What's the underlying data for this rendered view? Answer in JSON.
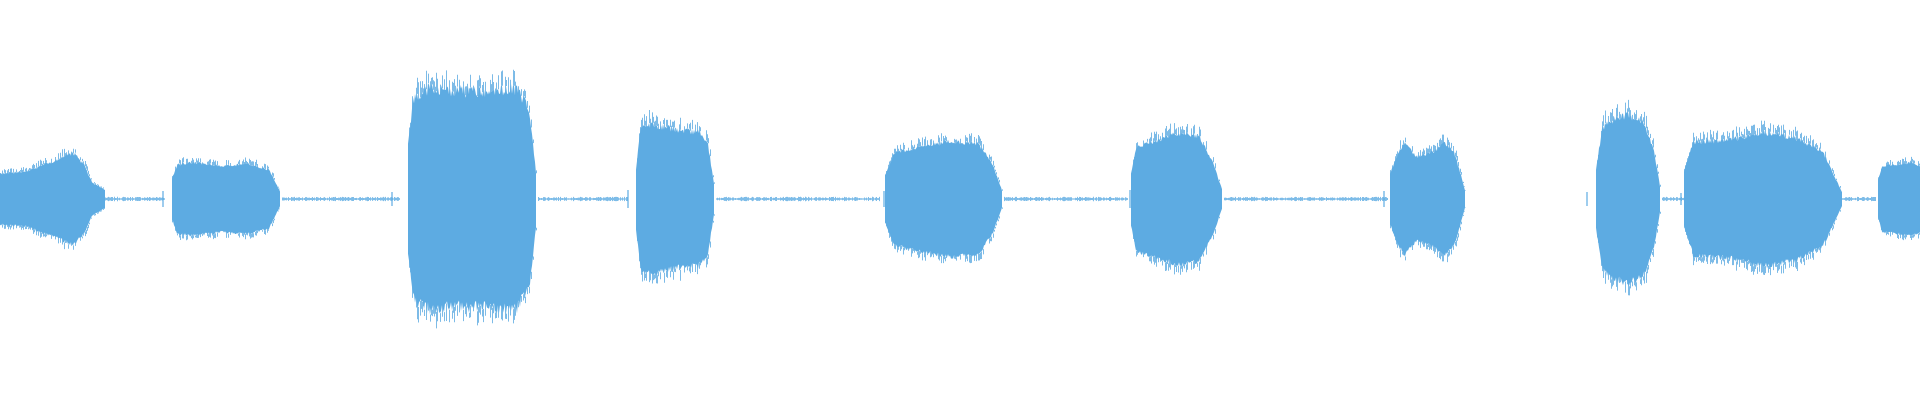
{
  "waveform": {
    "color": "#5dabe2",
    "background": "#ffffff",
    "segments": [
      {
        "id": "seg-1",
        "peak": 0.24,
        "texture": 0.35
      },
      {
        "id": "seg-2",
        "peak": 0.19,
        "texture": 0.3
      },
      {
        "id": "seg-3",
        "peak": 0.58,
        "texture": 0.45
      },
      {
        "id": "seg-4",
        "peak": 0.39,
        "texture": 0.35
      },
      {
        "id": "seg-5",
        "peak": 0.3,
        "texture": 0.3
      },
      {
        "id": "seg-6",
        "peak": 0.34,
        "texture": 0.3
      },
      {
        "id": "seg-7",
        "peak": 0.29,
        "texture": 0.3
      },
      {
        "id": "seg-8",
        "peak": 0.44,
        "texture": 0.35
      },
      {
        "id": "seg-9",
        "peak": 0.35,
        "texture": 0.35
      },
      {
        "id": "seg-10",
        "peak": 0.19,
        "texture": 0.3
      }
    ]
  }
}
